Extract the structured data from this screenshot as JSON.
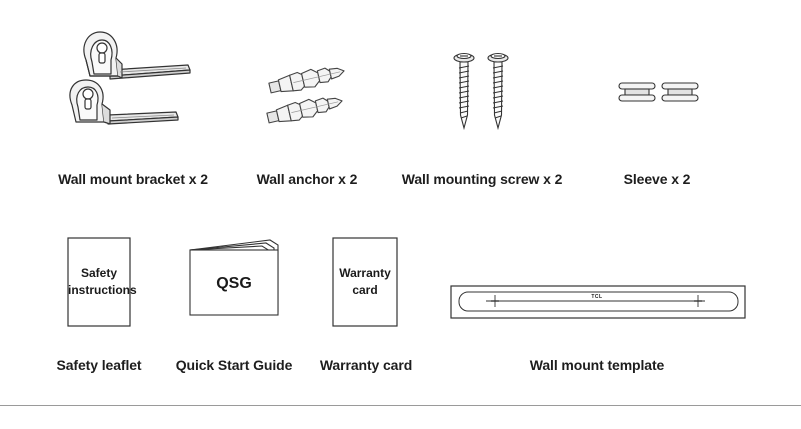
{
  "items": [
    {
      "id": "bracket",
      "label": "Wall mount bracket x 2",
      "icon": "wall-mount-bracket-icon"
    },
    {
      "id": "anchor",
      "label": "Wall anchor x 2",
      "icon": "wall-anchor-icon"
    },
    {
      "id": "screw",
      "label": "Wall mounting screw x 2",
      "icon": "wall-mounting-screw-icon"
    },
    {
      "id": "sleeve",
      "label": "Sleeve x 2",
      "icon": "sleeve-icon"
    },
    {
      "id": "safety",
      "label": "Safety leaflet",
      "icon": "safety-leaflet-icon",
      "doc_text_1": "Safety",
      "doc_text_2": "instructions"
    },
    {
      "id": "qsg",
      "label": "Quick Start Guide",
      "icon": "quick-start-guide-icon",
      "doc_text": "QSG"
    },
    {
      "id": "warranty",
      "label": "Warranty card",
      "icon": "warranty-card-icon",
      "doc_text_1": "Warranty",
      "doc_text_2": "card"
    },
    {
      "id": "template",
      "label": "Wall mount template",
      "icon": "wall-mount-template-icon",
      "doc_text": "TCL"
    }
  ]
}
